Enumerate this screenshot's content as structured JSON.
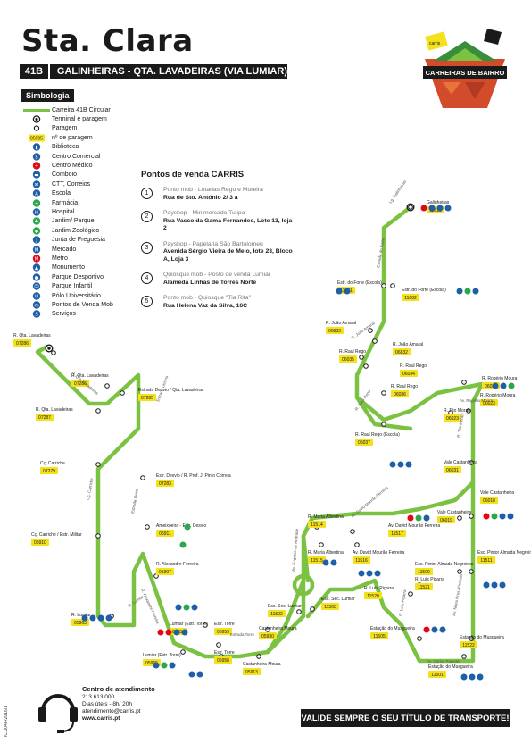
{
  "header": {
    "title": "Sta. Clara",
    "route_number": "41B",
    "route_name": "GALINHEIRAS - QTA. LAVADEIRAS (VIA LUMIAR)"
  },
  "logo": {
    "text": "CARREIRAS DE BAIRRO",
    "badge": "carris"
  },
  "legend": {
    "title": "Simbologia",
    "items": [
      {
        "icon": "route-line",
        "label": "Carreira 41B Circular"
      },
      {
        "icon": "terminal-stop",
        "label": "Terminal e paragem"
      },
      {
        "icon": "stop",
        "label": "Paragem"
      },
      {
        "icon": "stop-number",
        "label": "nº de paragem",
        "code": "05995"
      },
      {
        "icon": "library",
        "label": "Biblioteca"
      },
      {
        "icon": "shopping",
        "label": "Centro Comercial"
      },
      {
        "icon": "medical",
        "label": "Centro Médico"
      },
      {
        "icon": "train",
        "label": "Comboio"
      },
      {
        "icon": "post",
        "label": "CTT, Correios"
      },
      {
        "icon": "school",
        "label": "Escola"
      },
      {
        "icon": "pharmacy",
        "label": "Farmácia"
      },
      {
        "icon": "hospital",
        "label": "Hospital"
      },
      {
        "icon": "garden",
        "label": "Jardim/ Parque"
      },
      {
        "icon": "zoo",
        "label": "Jardim Zoológico"
      },
      {
        "icon": "parish",
        "label": "Junta de Freguesia"
      },
      {
        "icon": "market",
        "label": "Mercado"
      },
      {
        "icon": "metro",
        "label": "Metro"
      },
      {
        "icon": "monument",
        "label": "Monumento"
      },
      {
        "icon": "sports",
        "label": "Parque Desportivo"
      },
      {
        "icon": "playground",
        "label": "Parque Infantil"
      },
      {
        "icon": "university",
        "label": "Pólo Universitário"
      },
      {
        "icon": "mob-sales",
        "label": "Pontos de Venda Mob"
      },
      {
        "icon": "services",
        "label": "Serviços"
      }
    ]
  },
  "sales_points": {
    "title": "Pontos de venda CARRIS",
    "items": [
      {
        "num": "1",
        "head": "Ponto mob - Lotarias Rego e Moreira",
        "address": "Rua de Sto. António 2/ 3 a"
      },
      {
        "num": "2",
        "head": "Payshop - Minimercado Tulipa",
        "address": "Rua Vasco da Gama Fernandes, Lote 13, loja 2"
      },
      {
        "num": "3",
        "head": "Payshop - Papelaria São Bartolomeu",
        "address": "Avenida Sérgio Vieira de Melo, lote 23, Bloco A, Loja 3"
      },
      {
        "num": "4",
        "head": "Quiosque mob - Posto de venda Lumiar",
        "address": "Alameda Linhas de Torres Norte"
      },
      {
        "num": "5",
        "head": "Ponto mob - Quiosque \"Tia Rita\"",
        "address": "Rua Helena Vaz da Silva, 16C"
      }
    ]
  },
  "stops": [
    {
      "name": "Galinheiras",
      "code": "11625"
    },
    {
      "name": "Estr. do Forte (Escola)",
      "code": "11681"
    },
    {
      "name": "Estr. do Forte (Escola)",
      "code": "11682"
    },
    {
      "name": "R. João Amaral",
      "code": "06833"
    },
    {
      "name": "R. João Amaral",
      "code": "06832"
    },
    {
      "name": "R. Raul Rego",
      "code": "06035"
    },
    {
      "name": "R. Raul Rego",
      "code": "06034"
    },
    {
      "name": "R. Raul Rego",
      "code": "06036"
    },
    {
      "name": "R. Rogério Moura",
      "code": "06035"
    },
    {
      "name": "R. Rogério Moura",
      "code": "06023"
    },
    {
      "name": "R. Tito Morais",
      "code": "06023"
    },
    {
      "name": "R. Raul Rego (Escola)",
      "code": "06037"
    },
    {
      "name": "Vale Castanheira",
      "code": "06031"
    },
    {
      "name": "Vale Castanheira",
      "code": "06018"
    },
    {
      "name": "Vale Castanheira",
      "code": "06019"
    },
    {
      "name": "Esc. Pintor Almada Negreiros",
      "code": "11511"
    },
    {
      "name": "Esc. Pintor Almada Negreiros",
      "code": "11509"
    },
    {
      "name": "R. Luís Piçarra",
      "code": "11521"
    },
    {
      "name": "R. Luís Piçarra",
      "code": "11520"
    },
    {
      "name": "Estação do Musgueira",
      "code": "11505"
    },
    {
      "name": "Estação do Musgueira",
      "code": "11522"
    },
    {
      "name": "Estação do Musgueira",
      "code": "11501"
    },
    {
      "name": "R. Maria Albertina",
      "code": "11514"
    },
    {
      "name": "R. Maria Albertina",
      "code": "11515"
    },
    {
      "name": "Av. David Mourão Ferreira",
      "code": "11517"
    },
    {
      "name": "Av. David Mourão Ferreira",
      "code": "11516"
    },
    {
      "name": "Esc. Sec. Lumiar",
      "code": "11502"
    },
    {
      "name": "Esc. Sec. Lumiar",
      "code": "11503"
    },
    {
      "name": "Castanheira Moura",
      "code": "05930"
    },
    {
      "name": "Castanheira Moura",
      "code": "05913"
    },
    {
      "name": "Lumiar (Estr. Torre)",
      "code": "05959"
    },
    {
      "name": "Lumiar (Estr. Torre)",
      "code": "05965"
    },
    {
      "name": "Estr. Torre",
      "code": "05959"
    },
    {
      "name": "Estr. Torre",
      "code": "05958"
    },
    {
      "name": "R. Lumiar",
      "code": "05963"
    },
    {
      "name": "R. Alexandre Ferreira",
      "code": "05907"
    },
    {
      "name": "Ameixoeira - Estr. Desvio",
      "code": "05911"
    },
    {
      "name": "Estr. Desvio / R. Prof. J. Pinto Correia",
      "code": "07283"
    },
    {
      "name": "Estrada Desvio / Qta. Lavadeiras",
      "code": "07285"
    },
    {
      "name": "R. Qta. Lavadeiras",
      "code": "07286"
    },
    {
      "name": "R. Qta. Lavadeiras",
      "code": "07286"
    },
    {
      "name": "R. Qta. Lavadeiras",
      "code": "07287"
    },
    {
      "name": "Cç. Carriche",
      "code": "07279"
    },
    {
      "name": "Cç. Carriche / Estr. Militar",
      "code": "05910"
    }
  ],
  "streets": [
    "Lg. Galinheiras",
    "Estrada do Forte",
    "R. João Amaral",
    "R. Raul Rego",
    "R. Tito Morais",
    "R. Qta. Lavadeiras",
    "Estrada Desvio",
    "Estrada Oeste",
    "Cç. Carriche",
    "R. Alexandre Ferreira",
    "R. Lumiar",
    "Estrada Torre",
    "Av. Eugénio de Andrade",
    "R. Luís Piçarra",
    "Av. Nuno Krus Abecasis",
    "Av. Carlos Paredes",
    "Av. David Mourão Ferreira",
    "Av. Rogério Moura"
  ],
  "contact": {
    "title": "Centro de atendimento",
    "phone": "213 613 000",
    "hours": "Dias úteis - 8h/ 20h",
    "email": "atendimento@carris.pt",
    "web": "www.carris.pt"
  },
  "footer": {
    "validate": "VALIDE SEMPRE O SEU TÍTULO DE TRANSPORTE!",
    "doc_code": "IC.004/R2016/1"
  },
  "colors": {
    "route": "#7cc242",
    "stop_code": "#f4e01b",
    "dark": "#1a1a1a",
    "service_blue": "#1f5fa8",
    "medical_red": "#e30613"
  }
}
